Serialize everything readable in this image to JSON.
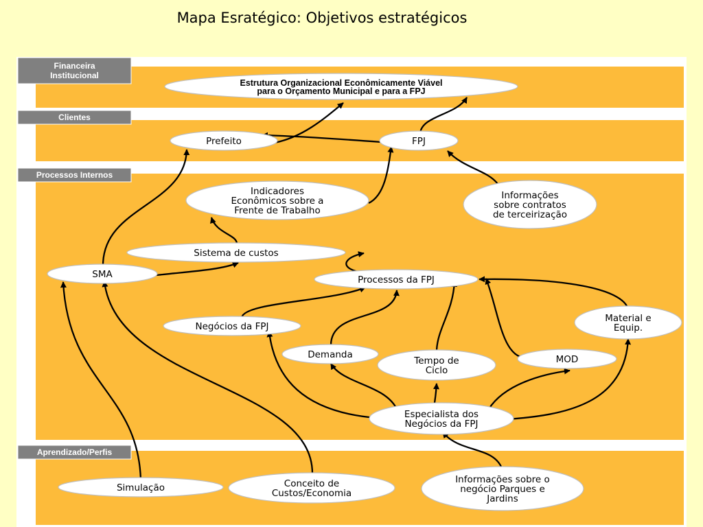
{
  "title": "Mapa Esratégico: Objetivos estratégicos",
  "colors": {
    "background": "#ffffc4",
    "band": "#fdbb3a",
    "band_border": "#ffffff",
    "header_box": "#808080",
    "node_fill": "#ffffff",
    "arrow": "#000000"
  },
  "perspectives": [
    {
      "id": "financeira",
      "label_lines": [
        "Financeira",
        "Institucional"
      ]
    },
    {
      "id": "clientes",
      "label_lines": [
        "Clientes"
      ]
    },
    {
      "id": "processos",
      "label_lines": [
        "Processos Internos"
      ]
    },
    {
      "id": "aprendizado",
      "label_lines": [
        "Aprendizado/Perfis"
      ]
    }
  ],
  "nodes": [
    {
      "id": "estrutura",
      "lines": [
        "Estrutura Organizacional Econômicamente Viável",
        "para o Orçamento Municipal e para a FPJ"
      ]
    },
    {
      "id": "prefeito",
      "lines": [
        "Prefeito"
      ]
    },
    {
      "id": "fpj",
      "lines": [
        "FPJ"
      ]
    },
    {
      "id": "indicadores",
      "lines": [
        "Indicadores",
        "Econômicos sobre a",
        "Frente de Trabalho"
      ]
    },
    {
      "id": "informacoes_contratos",
      "lines": [
        "Informações",
        "sobre contratos",
        "de terceirização"
      ]
    },
    {
      "id": "sistema_custos",
      "lines": [
        "Sistema de custos"
      ]
    },
    {
      "id": "sma",
      "lines": [
        "SMA"
      ]
    },
    {
      "id": "processos_fpj",
      "lines": [
        "Processos da FPJ"
      ]
    },
    {
      "id": "negocios_fpj",
      "lines": [
        "Negócios da FPJ"
      ]
    },
    {
      "id": "material",
      "lines": [
        "Material e",
        "Equip."
      ]
    },
    {
      "id": "demanda",
      "lines": [
        "Demanda"
      ]
    },
    {
      "id": "tempo_ciclo",
      "lines": [
        "Tempo de",
        "Ciclo"
      ]
    },
    {
      "id": "mod",
      "lines": [
        "MOD"
      ]
    },
    {
      "id": "especialista",
      "lines": [
        "Especialista dos",
        "Negócios da FPJ"
      ]
    },
    {
      "id": "simulacao",
      "lines": [
        "Simulação"
      ]
    },
    {
      "id": "conceito",
      "lines": [
        "Conceito de",
        "Custos/Economia"
      ]
    },
    {
      "id": "informacoes_parques",
      "lines": [
        "Informações sobre o",
        "negócio Parques e",
        "Jardins"
      ]
    }
  ]
}
